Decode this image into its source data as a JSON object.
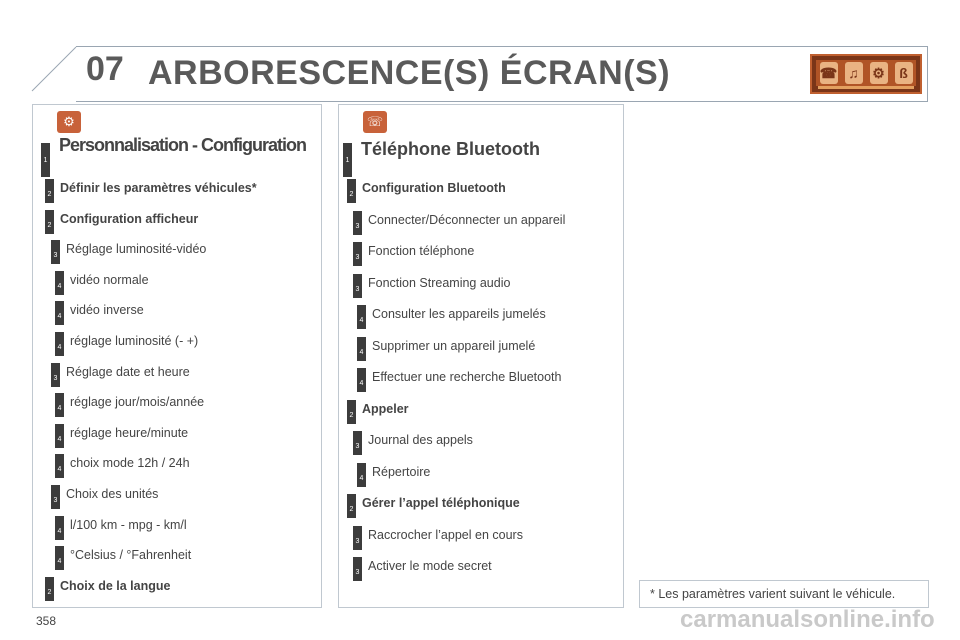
{
  "header": {
    "chapter": "07",
    "title": "ARBORESCENCE(S) ÉCRAN(S)",
    "badge_icons": [
      "phone-icon",
      "radio-icon",
      "settings-icon",
      "bluetooth-icon"
    ]
  },
  "left": {
    "heading": "Personnalisation - Configuration",
    "icon": "settings-icon",
    "items": [
      {
        "level": "2",
        "text": "Définir les paramètres véhicules*",
        "bold": true
      },
      {
        "level": "2",
        "text": "Configuration afficheur",
        "bold": true
      },
      {
        "level": "3",
        "text": "Réglage luminosité-vidéo"
      },
      {
        "level": "4",
        "text": "vidéo normale"
      },
      {
        "level": "4",
        "text": "vidéo inverse"
      },
      {
        "level": "4",
        "text": "réglage luminosité (- +)"
      },
      {
        "level": "3",
        "text": "Réglage date et heure"
      },
      {
        "level": "4",
        "text": "réglage jour/mois/année"
      },
      {
        "level": "4",
        "text": "réglage heure/minute"
      },
      {
        "level": "4",
        "text": "choix mode 12h / 24h"
      },
      {
        "level": "3",
        "text": "Choix des unités"
      },
      {
        "level": "4",
        "text": "l/100 km - mpg - km/l"
      },
      {
        "level": "4",
        "text": "°Celsius / °Fahrenheit"
      },
      {
        "level": "2",
        "text": "Choix de la langue",
        "bold": true
      }
    ],
    "level1": "1"
  },
  "right": {
    "heading": "Téléphone Bluetooth",
    "icon": "bluetooth-phone-icon",
    "level1": "1",
    "items": [
      {
        "level": "2",
        "text": "Configuration Bluetooth",
        "bold": true
      },
      {
        "level": "3",
        "text": "Connecter/Déconnecter un appareil"
      },
      {
        "level": "3",
        "text": "Fonction téléphone"
      },
      {
        "level": "3",
        "text": "Fonction Streaming audio"
      },
      {
        "level": "4",
        "text": "Consulter les appareils jumelés"
      },
      {
        "level": "4",
        "text": "Supprimer un appareil jumelé"
      },
      {
        "level": "4",
        "text": "Effectuer une recherche Bluetooth"
      },
      {
        "level": "2",
        "text": "Appeler",
        "bold": true
      },
      {
        "level": "3",
        "text": "Journal des appels"
      },
      {
        "level": "4",
        "text": "Répertoire"
      },
      {
        "level": "2",
        "text": "Gérer l’appel téléphonique",
        "bold": true
      },
      {
        "level": "3",
        "text": "Raccrocher l’appel en cours"
      },
      {
        "level": "3",
        "text": "Activer le mode secret"
      }
    ]
  },
  "footnote": "* Les paramètres varient suivant le véhicule.",
  "page_number": "358",
  "watermark": "carmanualsonline.info"
}
